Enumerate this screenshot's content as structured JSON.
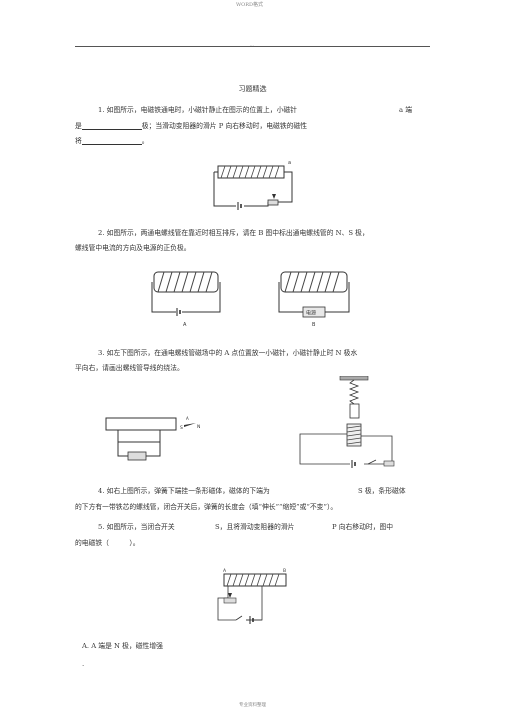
{
  "header": {
    "top_mark": "WORD格式",
    "rule_mark": "..."
  },
  "title": "习题精选",
  "questions": {
    "q1": {
      "line1": "1. 如图所示，电磁铁通电时，小磁针静止在图示的位置上，小磁针",
      "line1_end": "a 端",
      "line2_pre": "是",
      "line2_post": "极；当滑动变阻器的滑片 P 向右移动时，电磁铁的磁性",
      "line3_pre": "将",
      "line3_post": "。",
      "figure_label": "a"
    },
    "q2": {
      "line1": "2. 如图所示，两通电螺线管在靠近时相互排斥，请在 B 图中标出通电螺线管的 N、S 极，",
      "line2": "螺线管中电流的方向及电源的正负极。",
      "fig_a_label": "A",
      "fig_b_label": "B",
      "power_label": "电源"
    },
    "q3": {
      "line1": "3. 如左下图所示，在通电螺线管磁场中的 A 点位置放一小磁针，小磁针静止时 N 极水",
      "line2": "平向右，请画出螺线管导线的绕法。",
      "needle_s": "S",
      "needle_n": "N",
      "point_a": "A"
    },
    "q4": {
      "line1_a": "4. 如右上图所示，弹簧下端挂一条形磁体，磁体的下端为",
      "line1_b": "S 极，条形磁体",
      "line2": "的下方有一带铁芯的螺线管，闭合开关后，弹簧的长度会（填“伸长”“缩短”或“不变”）。"
    },
    "q5": {
      "line1_a": "5. 如图所示，当闭合开关",
      "line1_b": "S，且将滑动变阻器的滑片",
      "line1_c": "P 向右移动时，图中",
      "line2": "的电磁铁（　　　）。",
      "fig_label_a": "A",
      "fig_label_b": "B",
      "option_a": "A. A 端是 N 极，磁性增强"
    }
  },
  "bottom_dot": ".",
  "footer": "专业资料整理"
}
